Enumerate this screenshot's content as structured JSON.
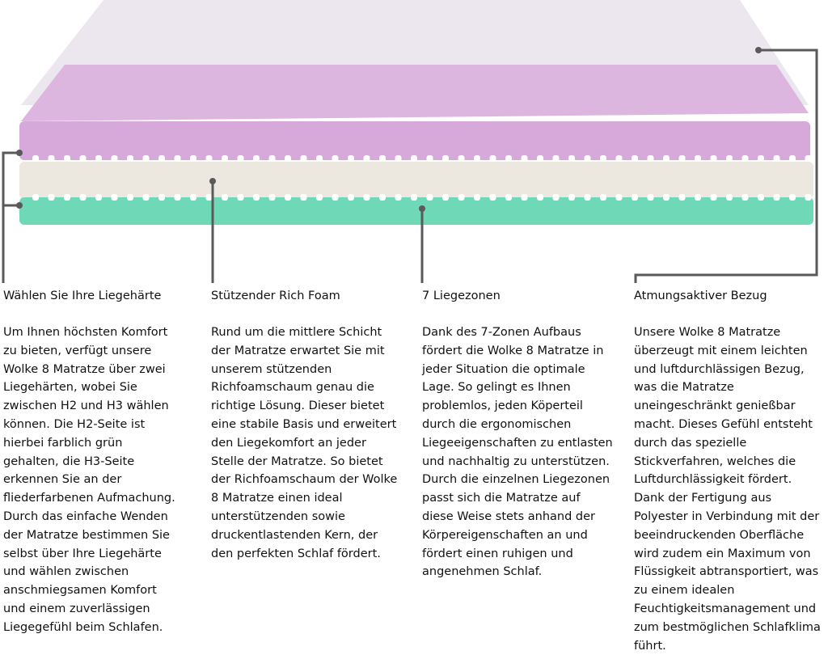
{
  "colors": {
    "cover": "#ece6ee",
    "purple": "#d6a9da",
    "beige": "#ece8df",
    "green": "#6fd9b7",
    "line": "#5a5a5a"
  },
  "columns": [
    {
      "title": "Wählen Sie Ihre Liegehärte",
      "lines": [
        "Um Ihnen höchsten Komfort",
        "zu bieten, verfügt unsere",
        "Wolke 8 Matratze über zwei",
        "Liegehärten, wobei Sie",
        "zwischen H2 und H3 wählen",
        "können. Die H2-Seite ist",
        "hierbei farblich grün",
        "gehalten, die H3-Seite",
        "erkennen Sie an der",
        "fliederfarbenen Aufmachung.",
        "Durch das einfache Wenden",
        "der Matratze bestimmen Sie",
        "selbst über Ihre Liegehärte",
        "und wählen zwischen",
        "anschmiegsamen Komfort",
        "und einem zuverlässigen",
        "Liegegefühl beim Schlafen."
      ]
    },
    {
      "title": "Stützender Rich Foam",
      "lines": [
        "Rund um die mittlere Schicht",
        "der Matratze erwartet Sie mit",
        "unserem stützenden",
        "Richfoamschaum genau die",
        "richtige Lösung. Dieser bietet",
        "eine stabile Basis und erweitert",
        "den Liegekomfort an jeder",
        "Stelle der Matratze. So bietet",
        "der Richfoamschaum der Wolke",
        "8 Matratze einen ideal",
        "unterstützenden sowie",
        "druckentlastenden Kern, der",
        "den perfekten Schlaf fördert."
      ]
    },
    {
      "title": "7 Liegezonen",
      "lines": [
        "Dank des 7-Zonen Aufbaus",
        "fördert die Wolke 8 Matratze in",
        "jeder Situation die optimale",
        "Lage. So gelingt es Ihnen",
        "problemlos, jeden Köperteil",
        "durch die ergonomischen",
        "Liegeeigenschaften zu entlasten",
        "und nachhaltig zu unterstützen.",
        "Durch die einzelnen Liegezonen",
        "passt sich die Matratze auf",
        "diese Weise stets anhand der",
        "Körpereigenschaften an und",
        "fördert einen ruhigen und",
        "angenehmen Schlaf."
      ]
    },
    {
      "title": "Atmungsaktiver Bezug",
      "lines": [
        "Unsere Wolke 8 Matratze",
        "überzeugt mit einem leichten",
        "und luftdurchlässigen Bezug,",
        "was die Matratze",
        "uneingeschränkt genießbar",
        "macht. Dieses Gefühl entsteht",
        "durch das spezielle",
        "Stickverfahren, welches die",
        "Luftdurchlässigkeit fördert.",
        "Dank der Fertigung aus",
        "Polyester in Verbindung mit der",
        "beeindruckenden Oberfläche",
        "wird zudem ein Maximum von",
        "Flüssigkeit abtransportiert, was",
        "zu einem idealen",
        "Feuchtigkeitsmanagement und",
        "zum bestmöglichen Schlafklima",
        "führt."
      ]
    }
  ]
}
